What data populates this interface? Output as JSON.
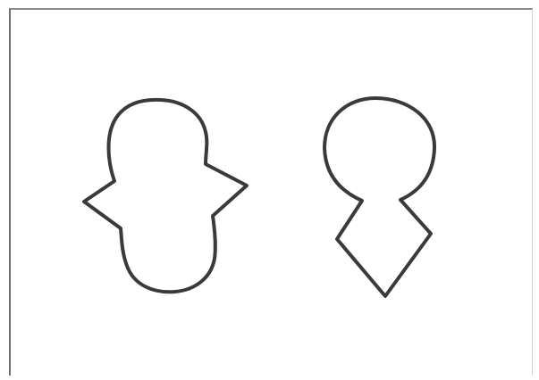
{
  "figure": {
    "stroke_color": "#3a3a3a",
    "frame_color": "#6e6e6e",
    "shapes": [
      {
        "name": "left-outline-shape",
        "description_kind": "closed outline with pointed side wings"
      },
      {
        "name": "right-outline-shape",
        "description_kind": "closed outline with round top and pointed bottom"
      }
    ]
  }
}
